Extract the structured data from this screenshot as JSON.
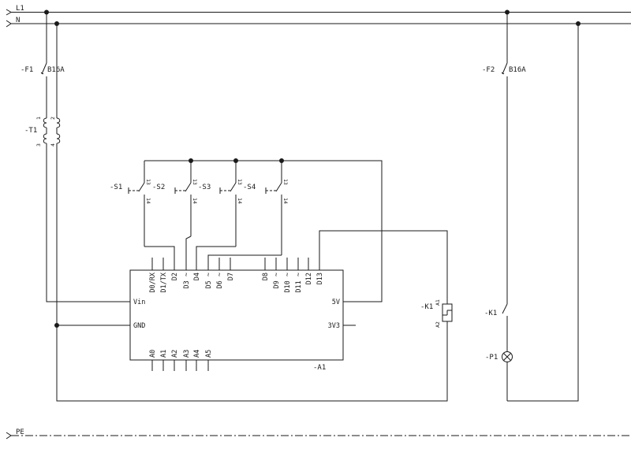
{
  "lines": {
    "l1": "L1",
    "n": "N",
    "pe": "PE"
  },
  "breakers": {
    "f1": {
      "tag": "-F1",
      "rating": "B16A"
    },
    "f2": {
      "tag": "-F2",
      "rating": "B16A"
    }
  },
  "transformer": {
    "tag": "-T1",
    "pins": [
      "1",
      "2",
      "3",
      "4"
    ]
  },
  "switches": [
    {
      "tag": "-S1",
      "pin_top": "13",
      "pin_bottom": "14"
    },
    {
      "tag": "-S2",
      "pin_top": "13",
      "pin_bottom": "14"
    },
    {
      "tag": "-S3",
      "pin_top": "13",
      "pin_bottom": "14"
    },
    {
      "tag": "-S4",
      "pin_top": "13",
      "pin_bottom": "14"
    }
  ],
  "controller": {
    "tag": "-A1",
    "top_pins": [
      "D0/RX",
      "D1/TX",
      "D2",
      "D3 ~",
      "D4",
      "D5 ~",
      "D6 ~",
      "D7",
      "D8",
      "D9 ~",
      "D10 ~",
      "D11 ~",
      "D12",
      "D13"
    ],
    "bottom_pins": [
      "A0",
      "A1",
      "A2",
      "A3",
      "A4",
      "A5"
    ],
    "left_pins": [
      "Vin",
      "GND"
    ],
    "right_pins": [
      "5V",
      "3V3"
    ]
  },
  "relay": {
    "tag": "-K1",
    "pin_a1": "A1",
    "pin_a2": "A2"
  },
  "contact": {
    "tag": "-K1"
  },
  "lamp": {
    "tag": "-P1"
  }
}
